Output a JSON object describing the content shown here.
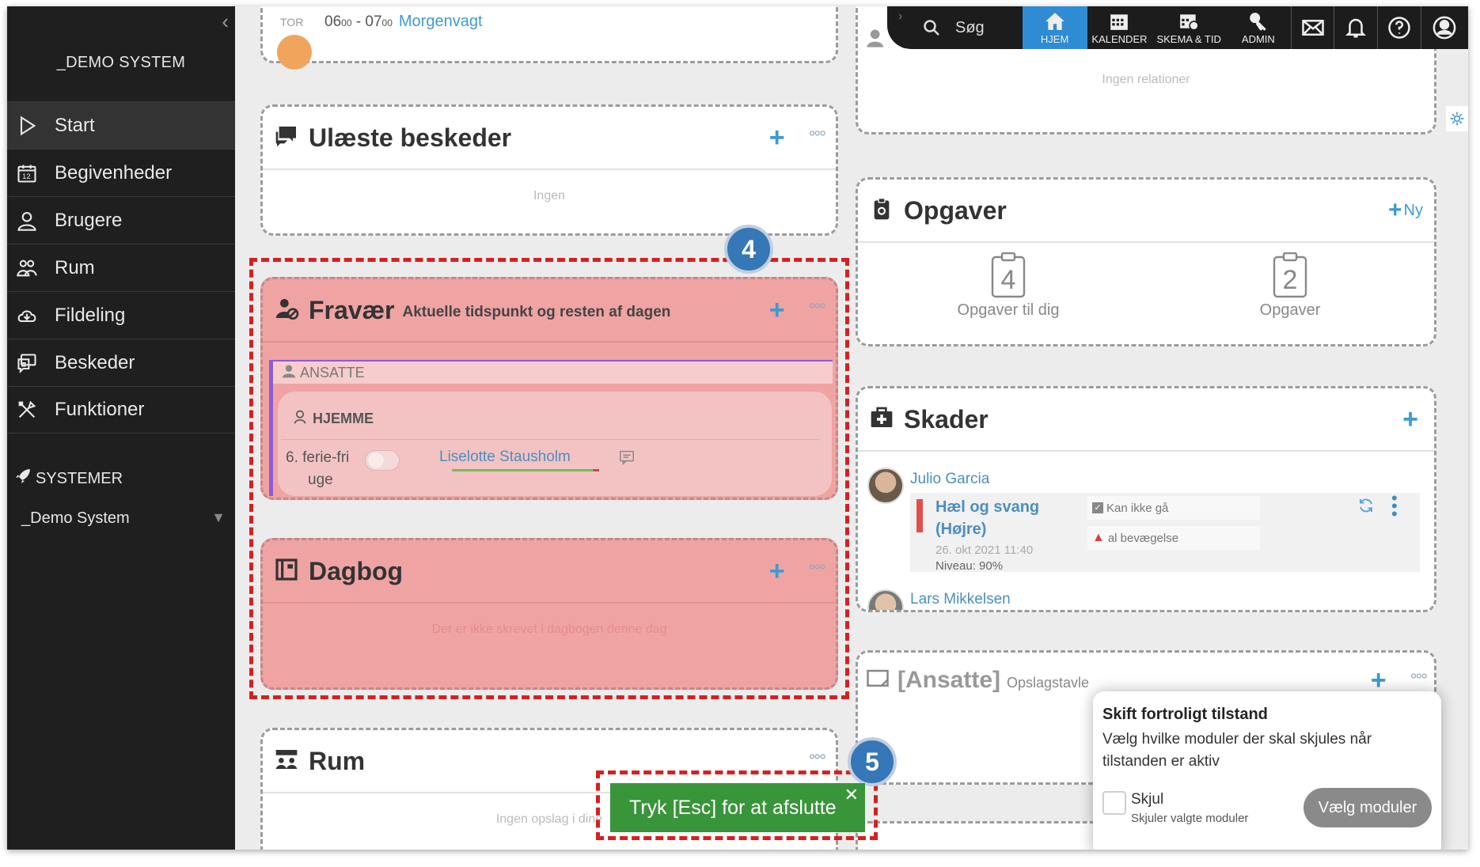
{
  "sidebar": {
    "collapse": "‹",
    "brand": "_DEMO SYSTEM",
    "items": [
      {
        "label": "Start",
        "icon": "play-icon"
      },
      {
        "label": "Begivenheder",
        "icon": "calendar-icon"
      },
      {
        "label": "Brugere",
        "icon": "user-icon"
      },
      {
        "label": "Rum",
        "icon": "rooms-icon"
      },
      {
        "label": "Fildeling",
        "icon": "cloud-icon"
      },
      {
        "label": "Beskeder",
        "icon": "messages-icon"
      },
      {
        "label": "Funktioner",
        "icon": "tools-icon"
      }
    ],
    "systems_label": "SYSTEMER",
    "system_selected": "_Demo System",
    "caret": "▼"
  },
  "topbar": {
    "search": "Søg",
    "home": "HJEM",
    "calendar": "KALENDER",
    "schedule": "SKEMA & TID",
    "admin": "ADMIN"
  },
  "events": {
    "day": "TOR",
    "start": "06",
    "start_sup": "00",
    "end": "07",
    "end_sup": "00",
    "separator": " - ",
    "name": "Morgenvagt"
  },
  "unread": {
    "title": "Ulæste beskeder",
    "empty": "Ingen"
  },
  "absence": {
    "title": "Fravær",
    "subtitle": "Aktuelle tidspunkt og resten af dagen",
    "group": "ANSATTE",
    "status": "HJEMME",
    "reason_line1": "6. ferie-fri",
    "reason_line2": "uge",
    "person": "Liselotte Stausholm"
  },
  "diary": {
    "title": "Dagbog",
    "empty": "Der er ikke skrevet i dagbogen denne dag"
  },
  "rooms": {
    "title": "Rum",
    "empty": "Ingen opslag i dine"
  },
  "relations": {
    "empty": "Ingen relationer"
  },
  "tasks": {
    "title": "Opgaver",
    "new_label": "Ny",
    "mine_count": "4",
    "mine_label": "Opgaver til dig",
    "all_count": "2",
    "all_label": "Opgaver"
  },
  "injuries": {
    "title": "Skader",
    "person1": "Julio Garcia",
    "injury_line1": "Hæl og svang",
    "injury_line2": "(Højre)",
    "date": "26. okt 2021 11:40",
    "level": "Niveau: 90%",
    "tag1": "Kan ikke gå",
    "tag2": "al bevægelse",
    "person2": "Lars Mikkelsen"
  },
  "board": {
    "title": "[Ansatte]",
    "subtitle": "Opslagstavle"
  },
  "popup": {
    "title": "Skift fortroligt tilstand",
    "text": "Vælg hvilke moduler der skal skjules når tilstanden er aktiv",
    "hide_label": "Skjul",
    "hide_hint": "Skjuler valgte moduler",
    "button": "Vælg moduler"
  },
  "toast": {
    "text": "Tryk [Esc] for at afslutte",
    "close": "✕"
  },
  "badges": {
    "four": "4",
    "five": "5"
  },
  "colors": {
    "accent": "#2e8bd4",
    "absence_bg": "#f0a3a3",
    "highlight": "#d62020",
    "toast": "#39953a",
    "badge": "#3677b7"
  }
}
